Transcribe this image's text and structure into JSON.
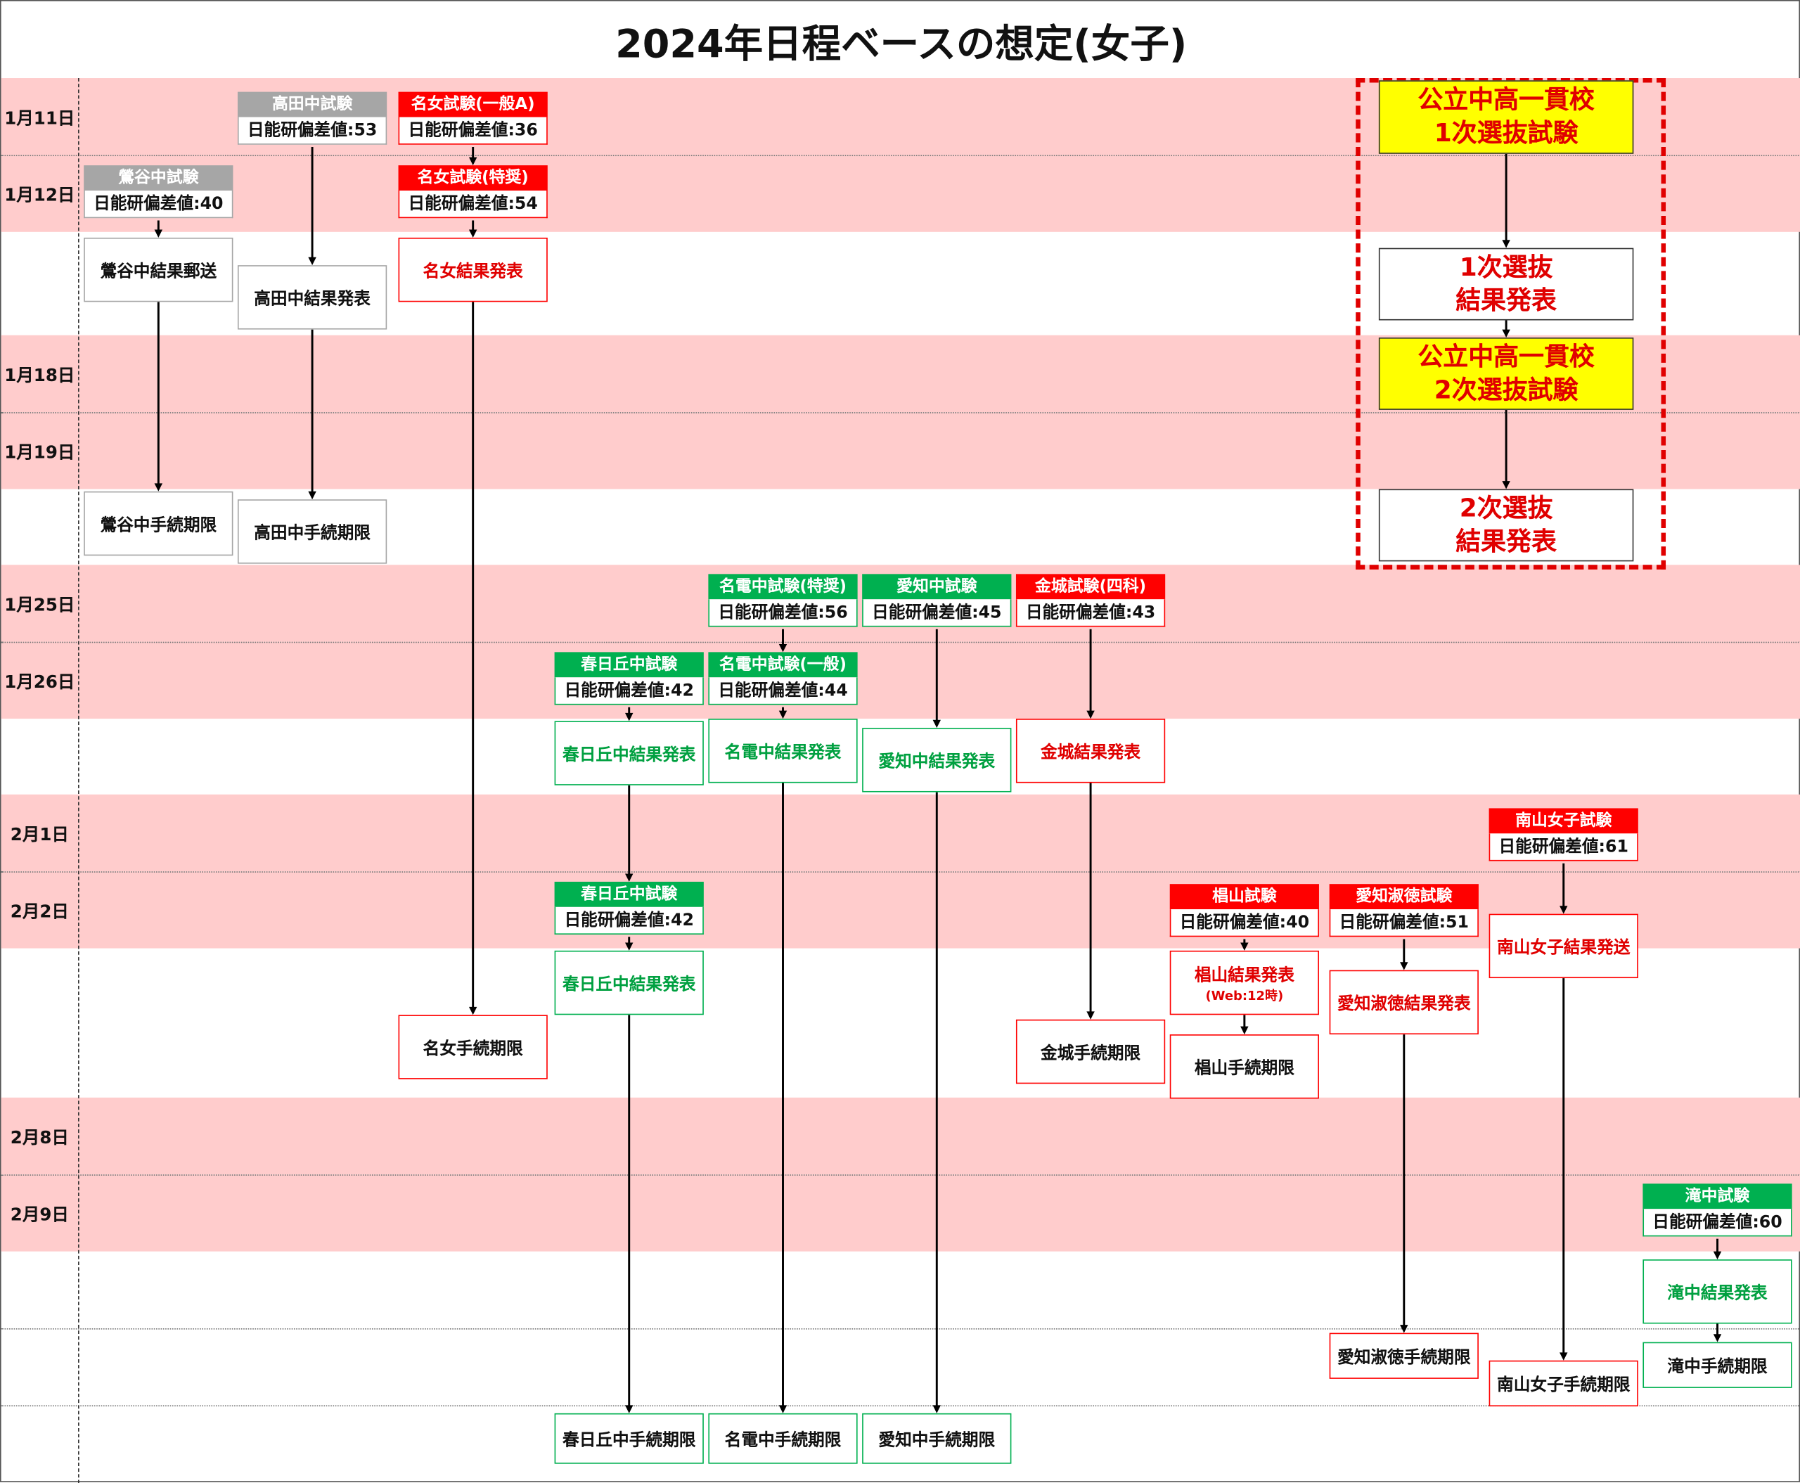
{
  "title": "2024年日程ベースの想定(女子)",
  "dates": [
    "1月11日",
    "1月12日",
    "1月18日",
    "1月19日",
    "1月25日",
    "1月26日",
    "2月1日",
    "2月2日",
    "2月8日",
    "2月9日"
  ],
  "colors": {
    "gray": "#a6a6a6",
    "red": "#ff0000",
    "green": "#00b050",
    "band": "#ffcccc",
    "yellow": "#ffff00",
    "result_red": "#e00000",
    "result_green": "#00a040"
  },
  "exams": [
    {
      "name": "高田中試験",
      "deviation": "日能研偏差値:53",
      "color": "gray"
    },
    {
      "name": "名女試験(一般A)",
      "deviation": "日能研偏差値:36",
      "color": "red"
    },
    {
      "name": "鶯谷中試験",
      "deviation": "日能研偏差値:40",
      "color": "gray"
    },
    {
      "name": "名女試験(特奨)",
      "deviation": "日能研偏差値:54",
      "color": "red"
    },
    {
      "name": "名電中試験(特奨)",
      "deviation": "日能研偏差値:56",
      "color": "green"
    },
    {
      "name": "愛知中試験",
      "deviation": "日能研偏差値:45",
      "color": "green"
    },
    {
      "name": "金城試験(四科)",
      "deviation": "日能研偏差値:43",
      "color": "red"
    },
    {
      "name": "春日丘中試験",
      "deviation": "日能研偏差値:42",
      "color": "green"
    },
    {
      "name": "名電中試験(一般)",
      "deviation": "日能研偏差値:44",
      "color": "green"
    },
    {
      "name": "南山女子試験",
      "deviation": "日能研偏差値:61",
      "color": "red"
    },
    {
      "name": "春日丘中試験",
      "deviation": "日能研偏差値:42",
      "color": "green"
    },
    {
      "name": "椙山試験",
      "deviation": "日能研偏差値:40",
      "color": "red"
    },
    {
      "name": "愛知淑徳試験",
      "deviation": "日能研偏差値:51",
      "color": "red"
    },
    {
      "name": "滝中試験",
      "deviation": "日能研偏差値:60",
      "color": "green"
    }
  ],
  "results": [
    {
      "text": "鶯谷中結果郵送",
      "color": "gray",
      "text_color": "black"
    },
    {
      "text": "高田中結果発表",
      "color": "gray",
      "text_color": "black"
    },
    {
      "text": "名女結果発表",
      "color": "red",
      "text_color": "red"
    },
    {
      "text": "鶯谷中手続期限",
      "color": "gray",
      "text_color": "black"
    },
    {
      "text": "高田中手続期限",
      "color": "gray",
      "text_color": "black"
    },
    {
      "text": "春日丘中結果発表",
      "color": "green",
      "text_color": "green"
    },
    {
      "text": "名電中結果発表",
      "color": "green",
      "text_color": "green"
    },
    {
      "text": "愛知中結果発表",
      "color": "green",
      "text_color": "green"
    },
    {
      "text": "金城結果発表",
      "color": "red",
      "text_color": "red"
    },
    {
      "text": "南山女子結果発送",
      "color": "red",
      "text_color": "red"
    },
    {
      "text": "春日丘中結果発表",
      "color": "green",
      "text_color": "green"
    },
    {
      "text": "椙山結果発表",
      "sub": "(Web:12時)",
      "color": "red",
      "text_color": "red"
    },
    {
      "text": "愛知淑徳結果発表",
      "color": "red",
      "text_color": "red"
    },
    {
      "text": "名女手続期限",
      "color": "red",
      "text_color": "black"
    },
    {
      "text": "金城手続期限",
      "color": "red",
      "text_color": "black"
    },
    {
      "text": "椙山手続期限",
      "color": "red",
      "text_color": "black"
    },
    {
      "text": "滝中結果発表",
      "color": "green",
      "text_color": "green"
    },
    {
      "text": "愛知淑徳手続期限",
      "color": "red",
      "text_color": "black"
    },
    {
      "text": "滝中手続期限",
      "color": "green",
      "text_color": "black"
    },
    {
      "text": "南山女子手続期限",
      "color": "red",
      "text_color": "black"
    },
    {
      "text": "春日丘中手続期限",
      "color": "green",
      "text_color": "black"
    },
    {
      "text": "名電中手続期限",
      "color": "green",
      "text_color": "black"
    },
    {
      "text": "愛知中手続期限",
      "color": "green",
      "text_color": "black"
    }
  ],
  "public_school": [
    {
      "text": "公立中高一貫校\n1次選抜試験",
      "style": "yellow"
    },
    {
      "text": "1次選抜\n結果発表",
      "style": "white"
    },
    {
      "text": "公立中高一貫校\n2次選抜試験",
      "style": "yellow"
    },
    {
      "text": "2次選抜\n結果発表",
      "style": "white"
    }
  ]
}
